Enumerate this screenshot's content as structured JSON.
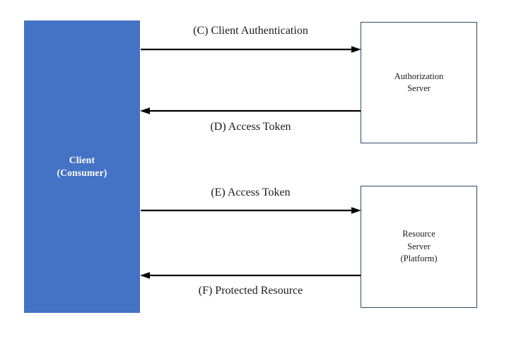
{
  "diagram": {
    "type": "oauth-flow-sequence",
    "nodes": [
      {
        "id": "client",
        "name": "client-box",
        "lines": [
          "Client",
          "(Consumer)"
        ],
        "fill": "#4472C4",
        "text_color": "#FFFFFF"
      },
      {
        "id": "authorization-server",
        "name": "authorization-server-box",
        "lines": [
          "Authorization",
          "Server"
        ],
        "fill": "#FFFFFF",
        "border_color": "#2E4A66"
      },
      {
        "id": "resource-server",
        "name": "resource-server-box",
        "lines": [
          "Resource",
          "Server",
          "(Platform)"
        ],
        "fill": "#FFFFFF",
        "border_color": "#2E4A66"
      }
    ],
    "arrows": [
      {
        "id": "c",
        "label": "(C) Client Authentication",
        "direction": "right",
        "from": "client",
        "to": "authorization-server",
        "label_position": "above"
      },
      {
        "id": "d",
        "label": "(D) Access Token",
        "direction": "left",
        "from": "authorization-server",
        "to": "client",
        "label_position": "below"
      },
      {
        "id": "e",
        "label": "(E) Access Token",
        "direction": "right",
        "from": "client",
        "to": "resource-server",
        "label_position": "above"
      },
      {
        "id": "f",
        "label": "(F) Protected Resource",
        "direction": "left",
        "from": "resource-server",
        "to": "client",
        "label_position": "below"
      }
    ]
  }
}
